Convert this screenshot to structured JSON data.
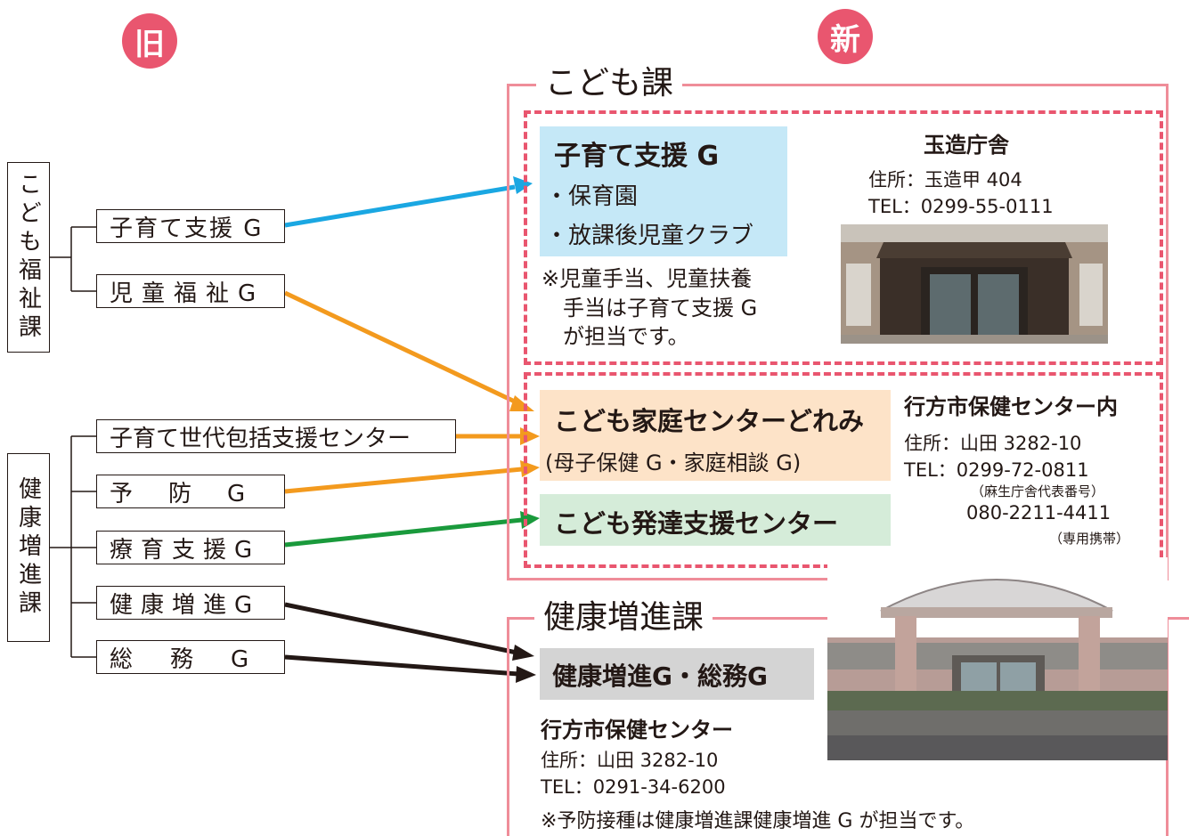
{
  "markers": {
    "old": "旧",
    "new": "新"
  },
  "old_org": {
    "kodomo_fukushi": {
      "name": "こども福祉課",
      "groups": [
        "子育て支援 G",
        "児童福祉G"
      ]
    },
    "kenko_zoshin": {
      "name": "健康増進課",
      "groups": [
        "子育て世代包括支援センター",
        "予防G",
        "療育支援G",
        "健康増進G",
        "総務G"
      ]
    }
  },
  "new_org": {
    "kodomo_ka": {
      "title": "こども課",
      "kosodate": {
        "title": "子育て支援 G",
        "items": [
          "・保育園",
          "・放課後児童クラブ"
        ],
        "note": [
          "※児童手当、児童扶養",
          "手当は子育て支援 G",
          "が担当です。"
        ]
      },
      "tamatsukuri": {
        "name": "玉造庁舎",
        "address": "住所：玉造甲 404",
        "tel": "TEL：0299-55-0111"
      },
      "katei_center": {
        "title": "こども家庭センターどれみ",
        "sub": "(母子保健 G・家庭相談 G)"
      },
      "hattatsu_center": {
        "title": "こども発達支援センター"
      },
      "hoken_center_in": {
        "name": "行方市保健センター内",
        "address": "住所：山田 3282-10",
        "tel": "TEL：0299-72-0811",
        "tel_note": "（麻生庁舎代表番号）",
        "mobile": "080-2211-4411",
        "mobile_note": "（専用携帯）"
      }
    },
    "kenko_zoshin_ka": {
      "title": "健康増進課",
      "group": "健康増進G・総務G",
      "center_name": "行方市保健センター",
      "address": "住所：山田 3282-10",
      "tel": "TEL：0291-34-6200",
      "note": "※予防接種は健康増進課健康増進 G が担当です。"
    }
  },
  "colors": {
    "marker": "#e9566f",
    "frame": "#ef8d99",
    "dashed": "#e9566f",
    "kosodate_bg": "#c5e8f7",
    "katei_bg": "#fde3c8",
    "hattatsu_bg": "#d5ecd9",
    "kenko_bg": "#d4d4d4",
    "arrow_blue": "#1aa7e2",
    "arrow_orange": "#f39a1e",
    "arrow_green": "#1a9a3c",
    "arrow_black": "#231815"
  }
}
